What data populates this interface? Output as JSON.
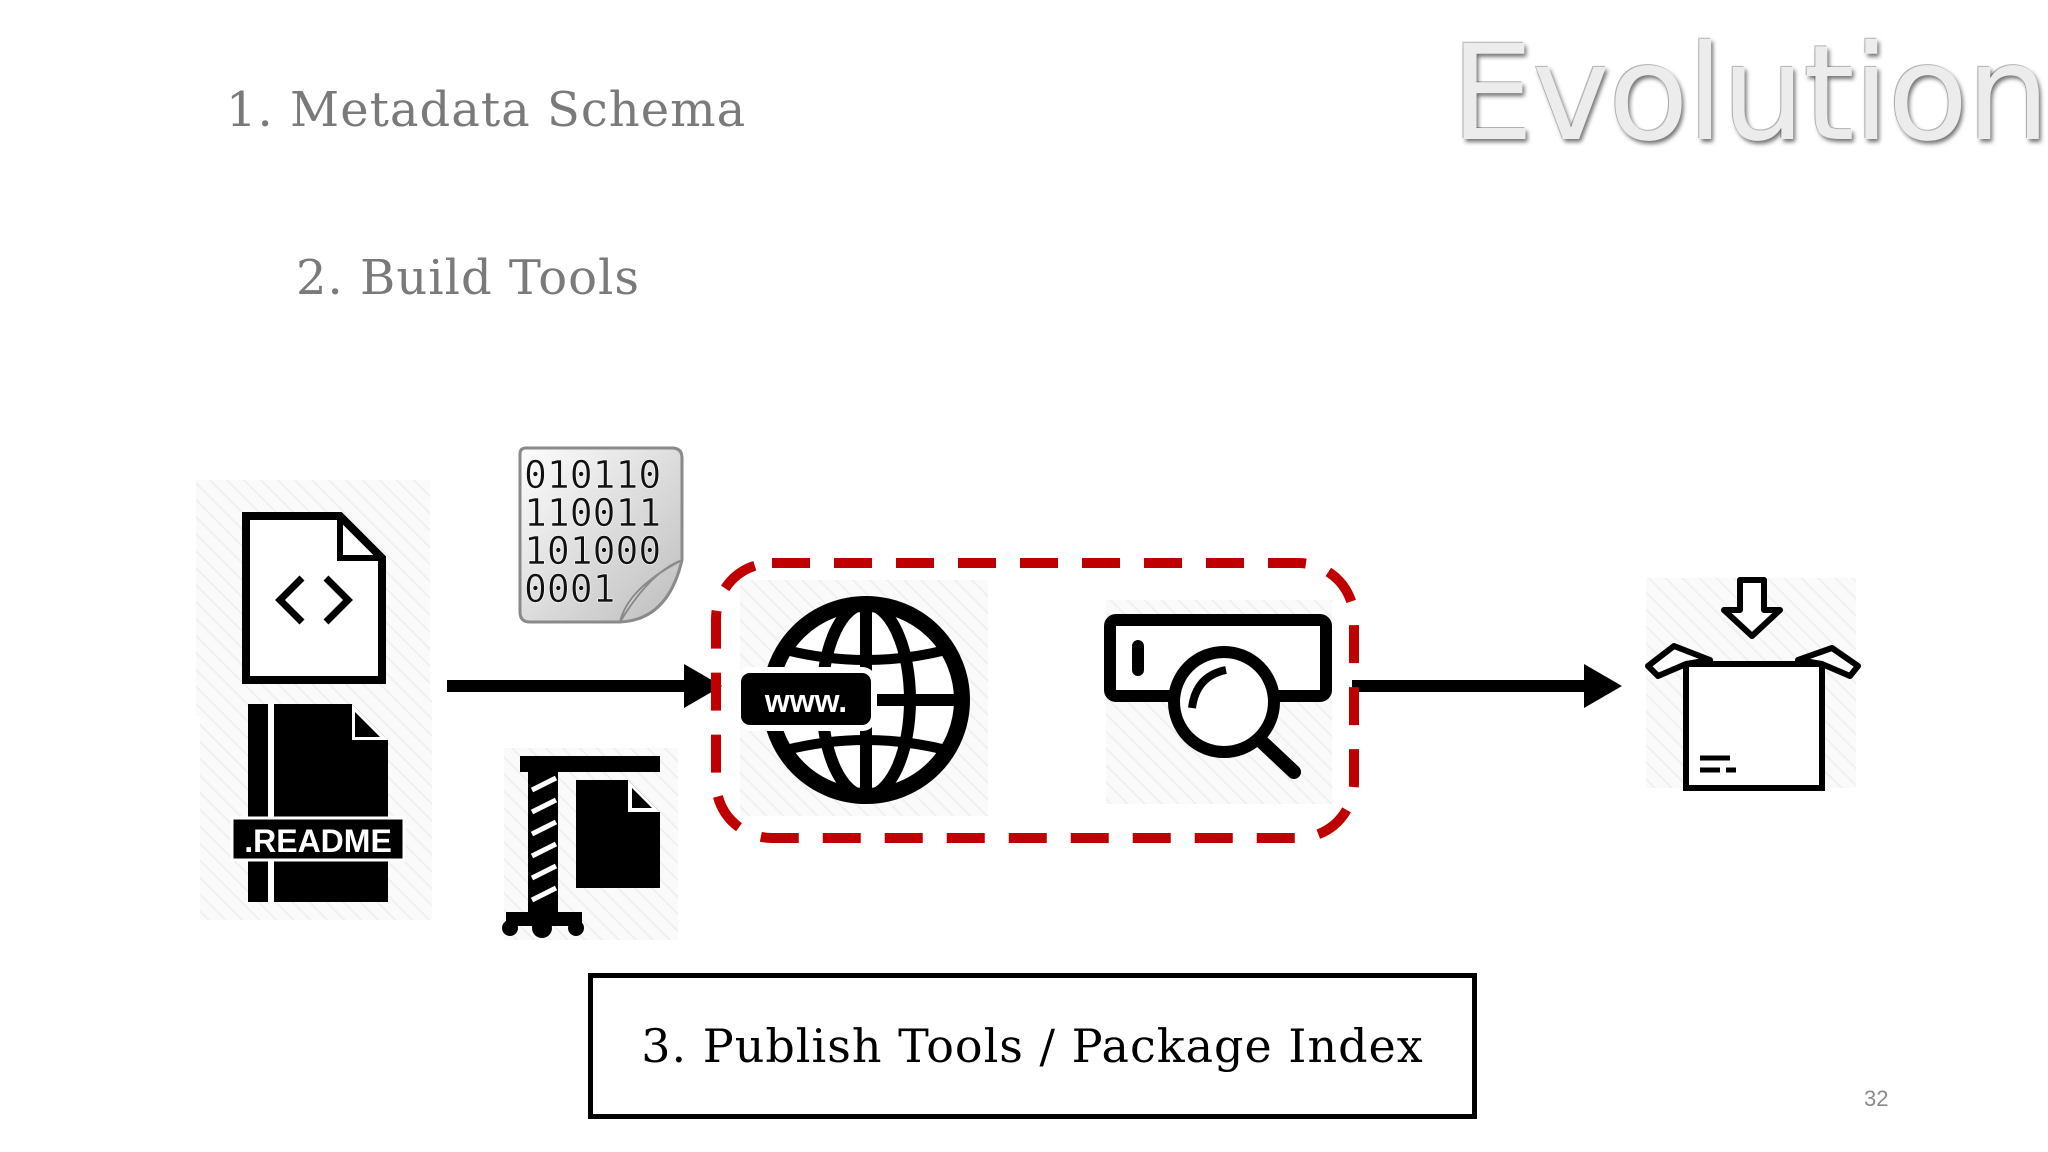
{
  "title": "Evolution",
  "steps": {
    "step1": "1. Metadata Schema",
    "step2": "2. Build Tools",
    "step3": "3. Publish Tools / Package Index"
  },
  "binary_icon": {
    "line1": "010110",
    "line2": "110011",
    "line3": "101000",
    "line4": "0001"
  },
  "readme_label": ".README",
  "www_label": "www.",
  "page_number": "32",
  "colors": {
    "dashed_border": "#c00000",
    "arrow": "#000000",
    "title": "#ececec"
  },
  "icons": [
    "code-file-icon",
    "readme-file-icon",
    "binary-file-icon",
    "compress-file-icon",
    "www-globe-icon",
    "search-bar-icon",
    "package-download-icon"
  ]
}
